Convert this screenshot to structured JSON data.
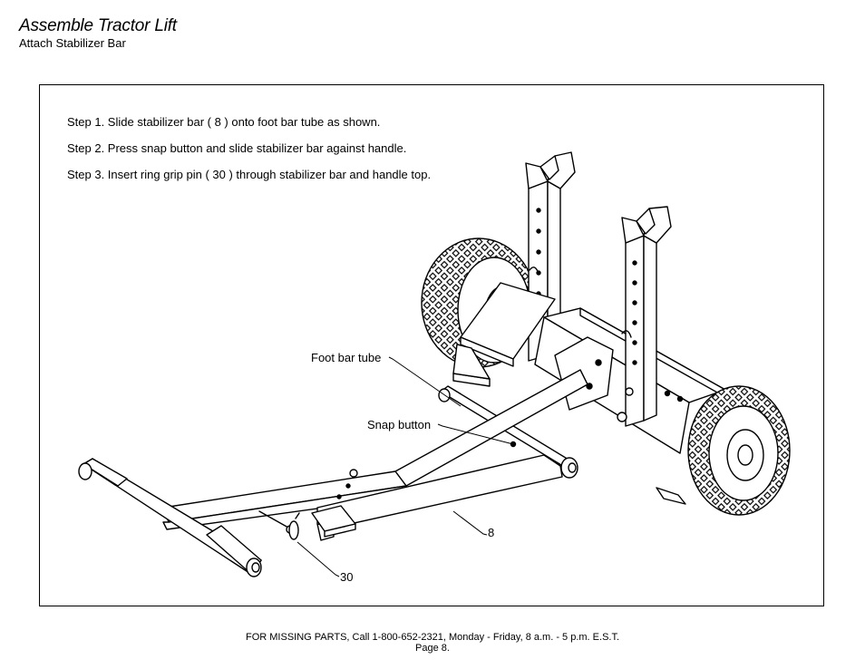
{
  "header": {
    "title": "Assemble Tractor Lift",
    "subtitle": "Attach Stabilizer Bar"
  },
  "steps": [
    "Step 1. Slide stabilizer bar ( 8 ) onto foot bar tube as shown.",
    "Step 2. Press snap button and slide stabilizer bar against handle.",
    "Step 3. Insert ring grip pin ( 30 ) through stabilizer bar and handle top."
  ],
  "callouts": {
    "foot_bar_tube": "Foot bar tube",
    "snap_button": "Snap button",
    "part_8": "8",
    "part_30": "30"
  },
  "footer": {
    "contact": "FOR MISSING PARTS, Call 1-800-652-2321, Monday - Friday, 8 a.m. - 5 p.m. E.S.T.",
    "page": "Page 8."
  }
}
